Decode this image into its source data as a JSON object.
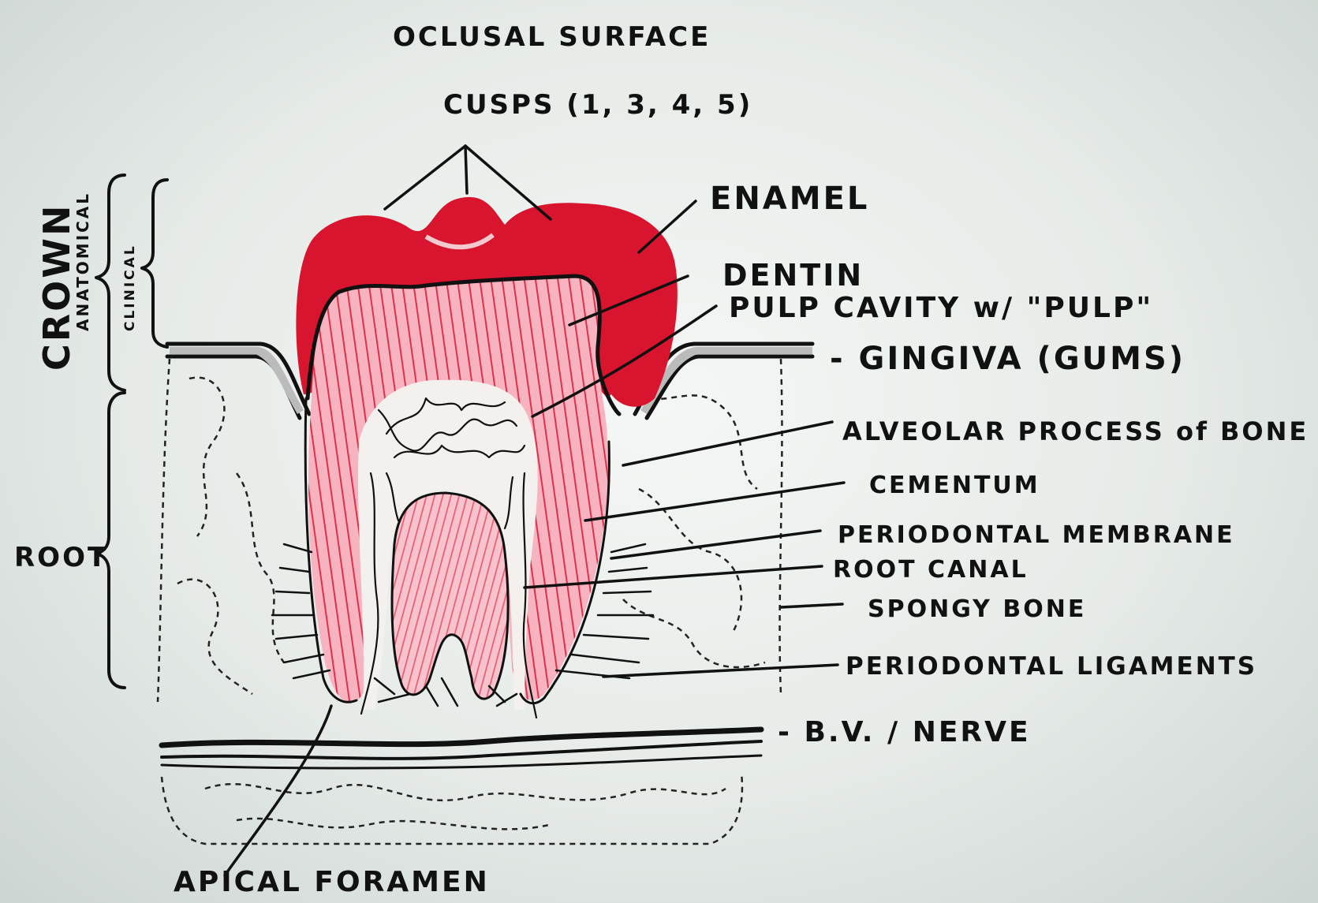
{
  "labels": {
    "occlusal_surface": "OCLUSAL SURFACE",
    "cusps": "CUSPS (1, 3, 4, 5)",
    "enamel": "ENAMEL",
    "dentin": "DENTIN",
    "pulp_cavity": "PULP CAVITY w/ \"PULP\"",
    "gingiva": "- GINGIVA (GUMS)",
    "alveolar": "ALVEOLAR PROCESS of BONE",
    "cementum": "CEMENTUM",
    "periodontal_membrane": "PERIODONTAL MEMBRANE",
    "root_canal": "ROOT CANAL",
    "spongy_bone": "SPONGY BONE",
    "periodontal_ligament": "PERIODONTAL LIGAMENTS",
    "bv_nerve": "- B.V. / NERVE",
    "apical_foramen": "APICAL FORAMEN",
    "crown": "CROWN",
    "anatomical": "ANATOMICAL",
    "clinical": "CLINICAL",
    "root": "ROOT"
  },
  "colors": {
    "enamel": "#d8142e",
    "dentin_fill": "#f6a9b5",
    "dentin_lines": "#e2304a",
    "pulp": "#f4f0ee",
    "ink": "#111111"
  }
}
